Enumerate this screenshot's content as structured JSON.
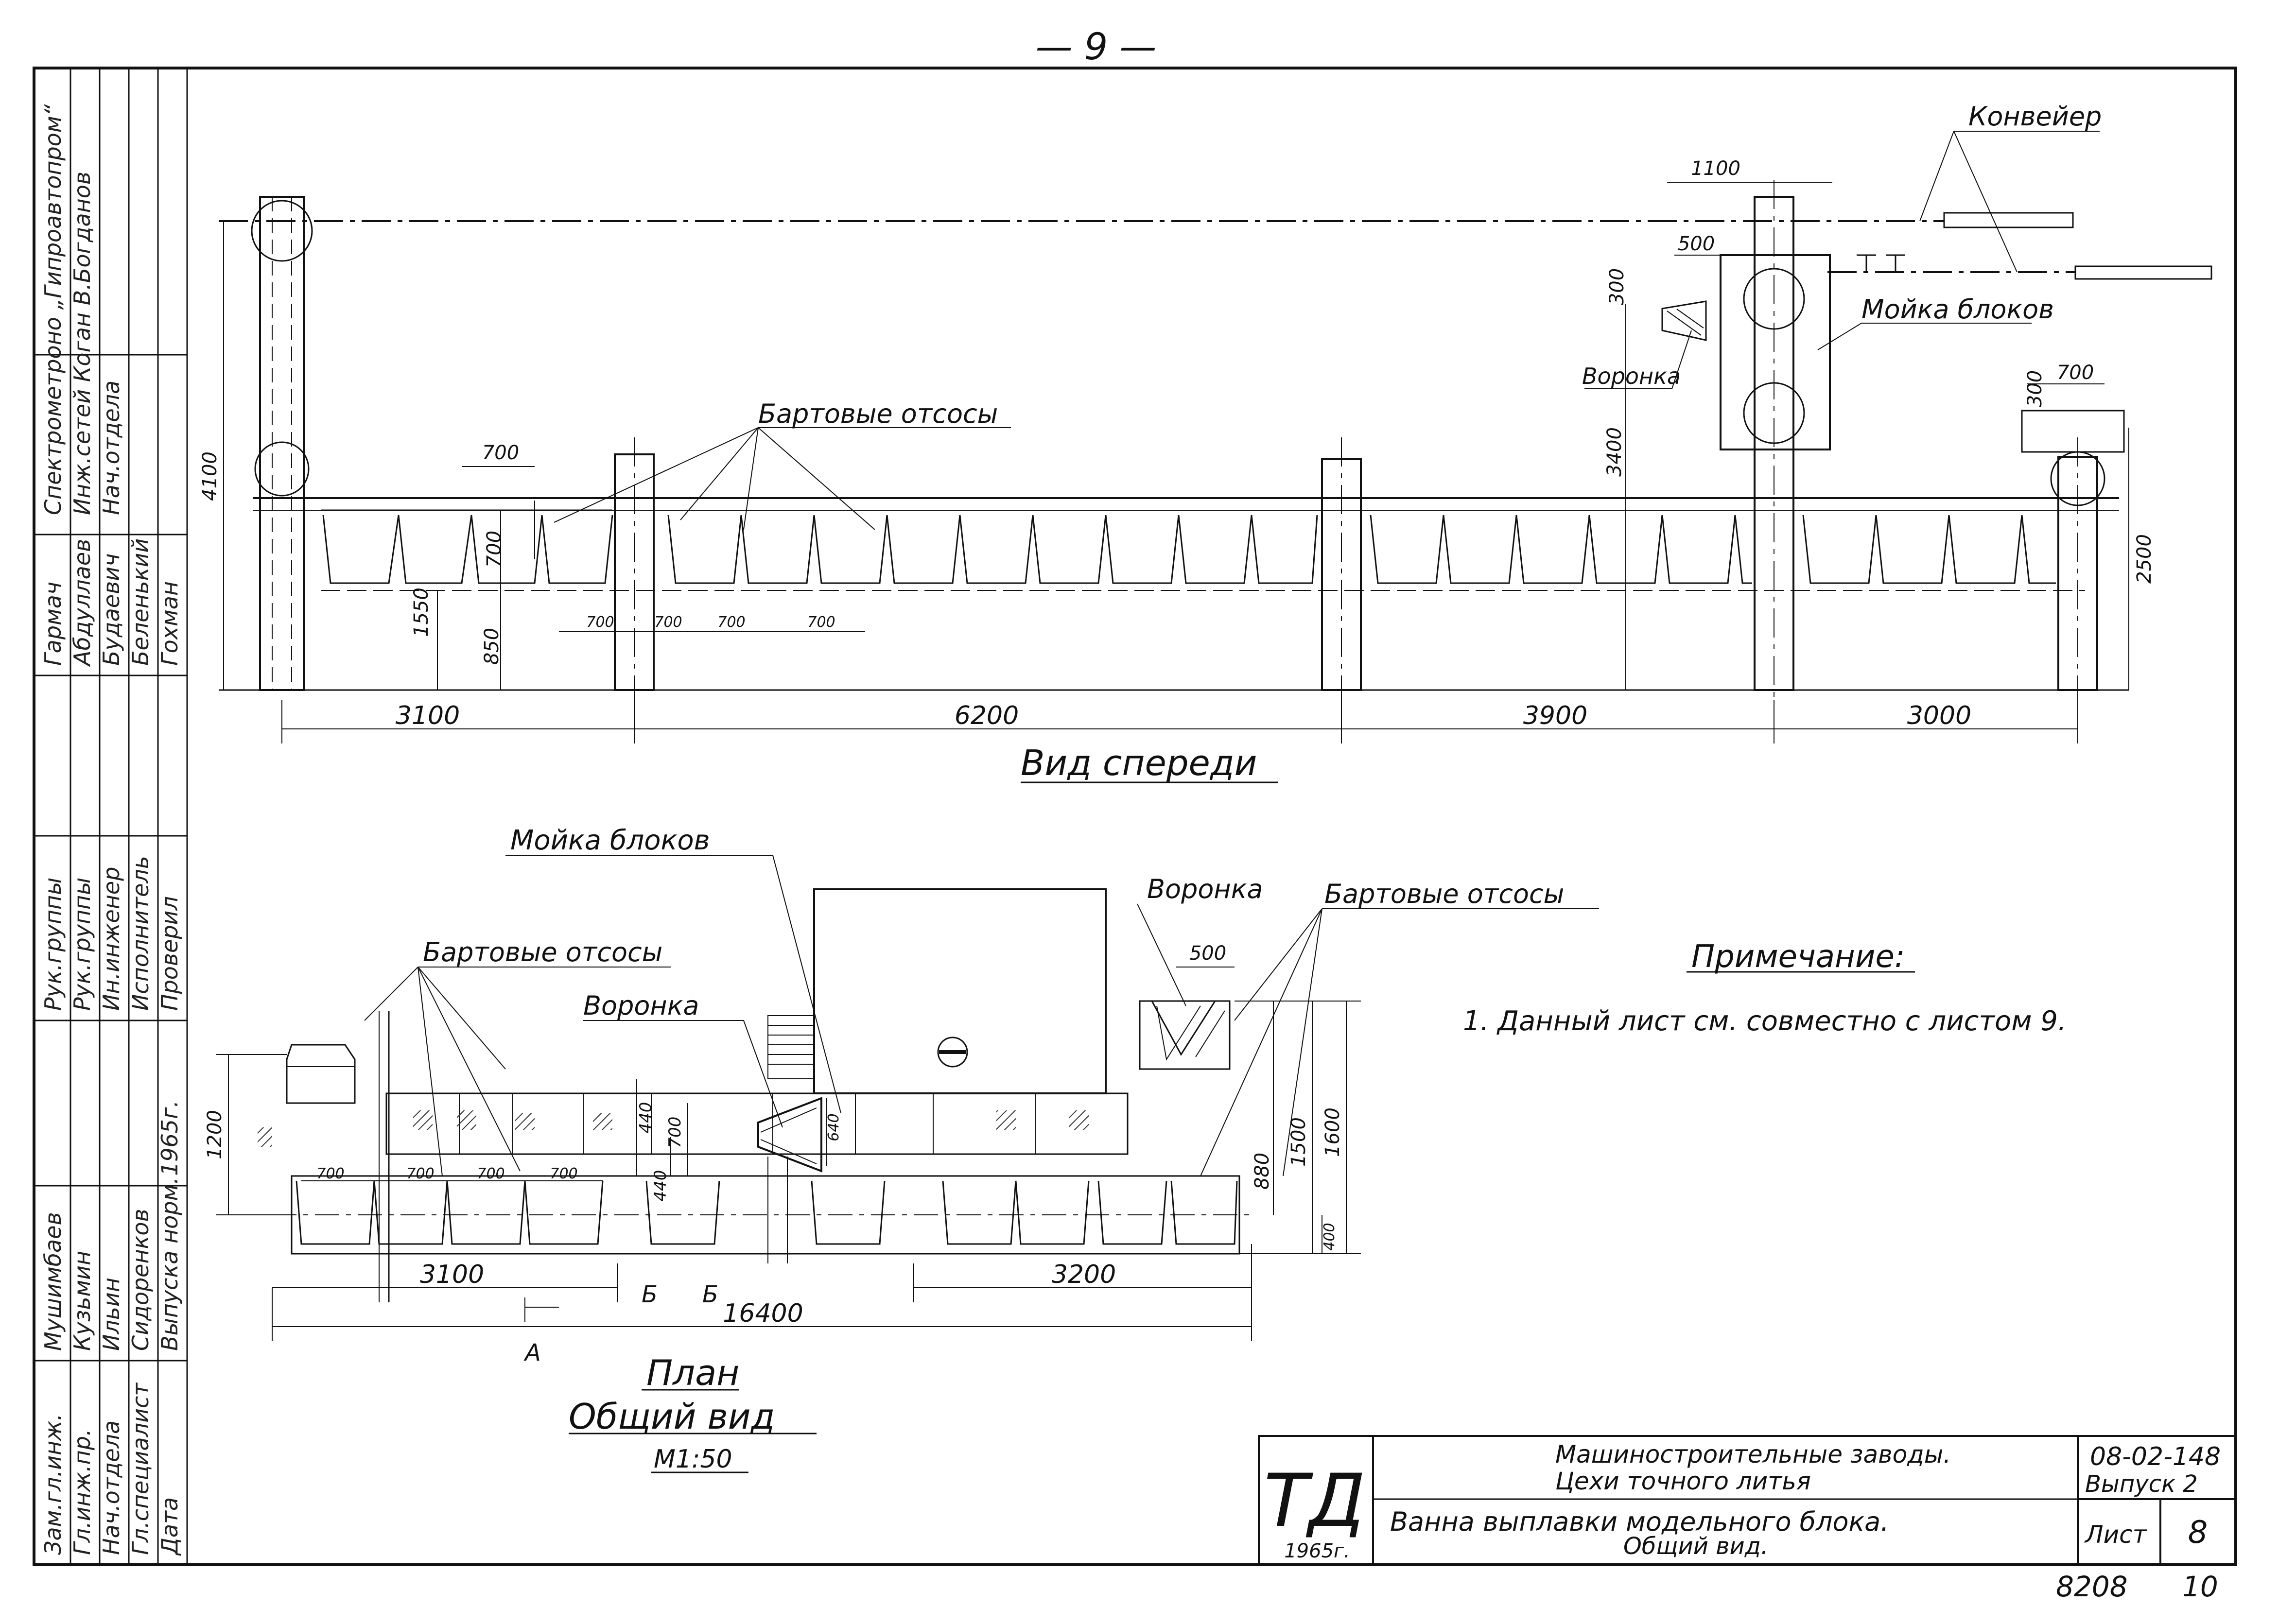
{
  "page_number": "— 9 —",
  "stamp": {
    "approval": "Спектрометроно „Гипроавтопром“",
    "approval_sub": "Инж.сетей Коган В.Богданов",
    "dept_head": "Нач.отдела",
    "signers_top": [
      "Гармач",
      "Абдуллаев",
      "Будаевич",
      "Беленький",
      "Гохман"
    ],
    "roles_top": [
      "Рук.группы",
      "Рук.группы",
      "Ин.инженер",
      "Исполнитель",
      "Проверил"
    ],
    "date_top": "1965г.",
    "roles_bottom": [
      "Зам.гл.инж.",
      "Гл.инж.пр.",
      "Нач.отдела",
      "Гл.специалист",
      "Дата"
    ],
    "names_bottom": [
      "Мушимбаев",
      "Кузьмин",
      "Ильин",
      "Сидоренков",
      "Выпуска норм."
    ]
  },
  "front_view": {
    "title": "Вид спереди",
    "labels": {
      "conveyor": "Конвейер",
      "block_washer": "Мойка блоков",
      "funnel": "Воронка",
      "side_suction": "Бартовые отсосы"
    },
    "dims": {
      "d1100": "1100",
      "d500": "500",
      "d300a": "300",
      "d300b": "300",
      "d700top": "700",
      "d3400": "3400",
      "d4100": "4100",
      "d2500": "2500",
      "d1550": "1550",
      "d850": "850",
      "d700w": "700",
      "d700h": "700",
      "d700s1": "700",
      "d700s2": "700",
      "d700s3": "700",
      "d700s4": "700",
      "d3100": "3100",
      "d6200": "6200",
      "d3900": "3900",
      "d3000": "3000"
    }
  },
  "plan_view": {
    "title": "План",
    "subtitle": "Общий вид",
    "scale": "М1:50",
    "labels": {
      "block_washer": "Мойка блоков",
      "funnel_right": "Воронка",
      "funnel_left": "Воронка",
      "side_suction_left": "Бартовые отсосы",
      "side_suction_right": "Бартовые отсосы",
      "section_b1": "Б",
      "section_b2": "Б",
      "section_a": "А"
    },
    "dims": {
      "d500": "500",
      "d1200": "1200",
      "d440a": "440",
      "d440b": "440",
      "d700": "700",
      "d640": "640",
      "d880": "880",
      "d1500": "1500",
      "d1600": "1600",
      "d400": "400",
      "p700a": "700",
      "p700b": "700",
      "p700c": "700",
      "p700d": "700",
      "d3100": "3100",
      "d3200": "3200",
      "d16400": "16400"
    }
  },
  "note": {
    "heading": "Примечание:",
    "item": "1. Данный лист см. совместно с листом 9."
  },
  "title_block": {
    "logo": "ТД",
    "year": "1965г.",
    "org_line1": "Машиностроительные заводы.",
    "org_line2": "Цехи точного литья",
    "code": "08-02-148",
    "issue": "Выпуск 2",
    "drawing_title": "Ванна выплавки модельного блока.",
    "drawing_subtitle": "Общий вид.",
    "sheet_label": "Лист",
    "sheet_no": "8"
  },
  "archive": {
    "number": "8208",
    "copy": "10"
  }
}
